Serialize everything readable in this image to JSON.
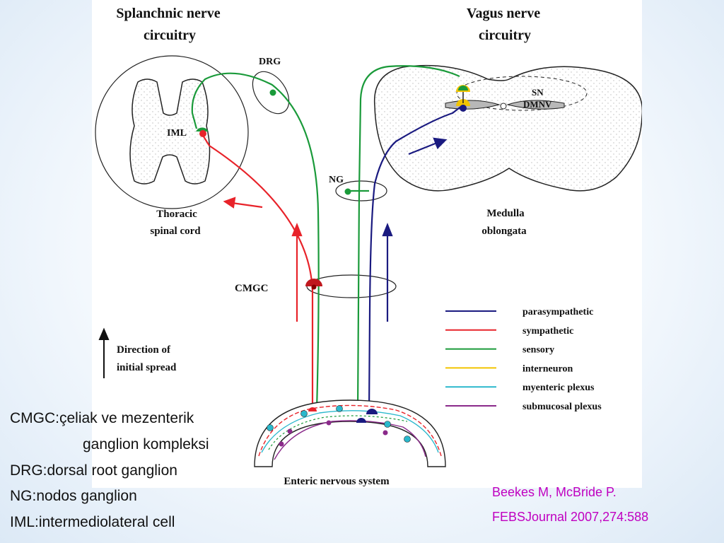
{
  "figure": {
    "title_left_1": "Splanchnic nerve",
    "title_left_2": "circuitry",
    "title_right_1": "Vagus nerve",
    "title_right_2": "circuitry",
    "drg": "DRG",
    "iml": "IML",
    "ng": "NG",
    "sn": "SN",
    "dmnv": "DMNV",
    "cmgc": "CMGC",
    "thoracic_1": "Thoracic",
    "thoracic_2": "spinal cord",
    "medulla_1": "Medulla",
    "medulla_2": "oblongata",
    "direction_1": "Direction of",
    "direction_2": "initial spread",
    "enteric": "Enteric nervous system"
  },
  "legend": [
    {
      "label": "parasympathetic",
      "color": "#1a1a80"
    },
    {
      "label": "sympathetic",
      "color": "#e8232a"
    },
    {
      "label": "sensory",
      "color": "#1a9a3a"
    },
    {
      "label": "interneuron",
      "color": "#f2c400"
    },
    {
      "label": "myenteric plexus",
      "color": "#2ab8cc"
    },
    {
      "label": "submucosal plexus",
      "color": "#8a2a8a"
    }
  ],
  "abbreviations": {
    "cmgc_1": "CMGC:çeliak ve mezenterik",
    "cmgc_2": "ganglion kompleksi",
    "drg": "DRG:dorsal root ganglion",
    "ng": "NG:nodos ganglion",
    "iml": "IML:intermediolateral cell"
  },
  "citation": {
    "line1": "Beekes M, McBride P.",
    "line2": "FEBSJournal 2007,274:588"
  }
}
